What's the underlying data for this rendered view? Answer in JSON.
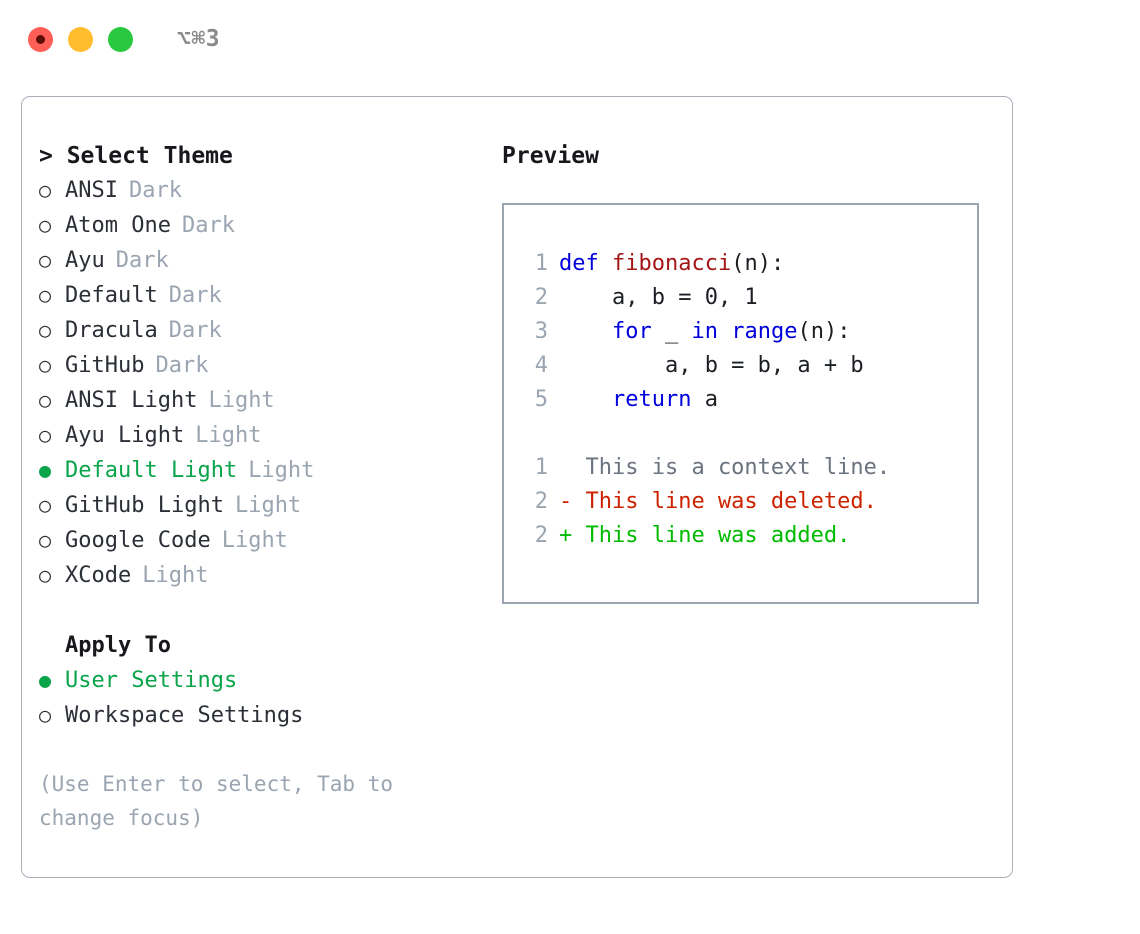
{
  "titlebar": {
    "shortcut": "⌥⌘3",
    "lights": [
      {
        "name": "close",
        "color": "#ff5f57"
      },
      {
        "name": "minimize",
        "color": "#ffbd2e"
      },
      {
        "name": "maximize",
        "color": "#28c840"
      }
    ]
  },
  "theme_picker": {
    "header": "> Select Theme",
    "selected_bullet": "●",
    "unselected_bullet": "○",
    "items": [
      {
        "label": "ANSI",
        "variant": "Dark",
        "selected": false
      },
      {
        "label": "Atom One",
        "variant": "Dark",
        "selected": false
      },
      {
        "label": "Ayu",
        "variant": "Dark",
        "selected": false
      },
      {
        "label": "Default",
        "variant": "Dark",
        "selected": false
      },
      {
        "label": "Dracula",
        "variant": "Dark",
        "selected": false
      },
      {
        "label": "GitHub",
        "variant": "Dark",
        "selected": false
      },
      {
        "label": "ANSI Light",
        "variant": "Light",
        "selected": false
      },
      {
        "label": "Ayu Light",
        "variant": "Light",
        "selected": false
      },
      {
        "label": "Default Light",
        "variant": "Light",
        "selected": true
      },
      {
        "label": "GitHub Light",
        "variant": "Light",
        "selected": false
      },
      {
        "label": "Google Code",
        "variant": "Light",
        "selected": false
      },
      {
        "label": "XCode",
        "variant": "Light",
        "selected": false
      }
    ]
  },
  "apply_to": {
    "header": "Apply To",
    "items": [
      {
        "label": "User Settings",
        "selected": true
      },
      {
        "label": "Workspace Settings",
        "selected": false
      }
    ]
  },
  "hint": {
    "line1": "(Use Enter to select, Tab to",
    "line2": "change focus)"
  },
  "preview": {
    "title": "Preview",
    "code_lines": [
      {
        "no": "1",
        "tokens": [
          {
            "t": "def ",
            "c": "kw"
          },
          {
            "t": "fibonacci",
            "c": "fn"
          },
          {
            "t": "(n):",
            "c": "plain"
          }
        ]
      },
      {
        "no": "2",
        "tokens": [
          {
            "t": "    a, b = 0, 1",
            "c": "plain"
          }
        ]
      },
      {
        "no": "3",
        "tokens": [
          {
            "t": "    ",
            "c": "plain"
          },
          {
            "t": "for",
            "c": "kw"
          },
          {
            "t": " _ ",
            "c": "plain"
          },
          {
            "t": "in",
            "c": "kw"
          },
          {
            "t": " ",
            "c": "plain"
          },
          {
            "t": "range",
            "c": "kw"
          },
          {
            "t": "(n):",
            "c": "plain"
          }
        ]
      },
      {
        "no": "4",
        "tokens": [
          {
            "t": "        a, b = b, a + b",
            "c": "plain"
          }
        ]
      },
      {
        "no": "5",
        "tokens": [
          {
            "t": "    ",
            "c": "plain"
          },
          {
            "t": "return",
            "c": "kw"
          },
          {
            "t": " a",
            "c": "plain"
          }
        ]
      }
    ],
    "diff_lines": [
      {
        "no": "1",
        "marker": " ",
        "text": " This is a context line.",
        "kind": "context"
      },
      {
        "no": "2",
        "marker": "-",
        "text": " This line was deleted.",
        "kind": "del"
      },
      {
        "no": "2",
        "marker": "+",
        "text": " This line was added.",
        "kind": "add"
      }
    ]
  },
  "colors": {
    "accent_green": "#0aa44a",
    "diff_add": "#00bb00",
    "diff_del": "#cc2200",
    "keyword_blue": "#0000dd",
    "function_red": "#a41515",
    "muted": "#9aa5b1",
    "border": "#a8b0ba"
  }
}
